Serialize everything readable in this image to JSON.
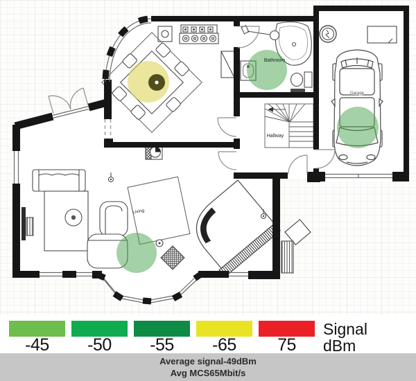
{
  "floor_plan": {
    "room_labels": {
      "bathroom": "Bathroom",
      "garage": "Garage",
      "hallway": "Hallway",
      "living": "Living"
    },
    "signal_overlay": {
      "good_color": "#49a44e",
      "good_opacity": 0.5,
      "ap_glow_color": "#ddd65c",
      "ap_glow_opacity": 0.6,
      "ap_core_color": "#514e1d",
      "spots": [
        {
          "room": "Dining (access point)"
        },
        {
          "room": "Bathroom"
        },
        {
          "room": "Garage"
        },
        {
          "room": "Living"
        }
      ]
    }
  },
  "legend": {
    "unit_label_line1": "Signal",
    "unit_label_line2": "dBm",
    "items": [
      {
        "label": "-45",
        "color": "#6dbe4c"
      },
      {
        "label": "-50",
        "color": "#10ac4f"
      },
      {
        "label": "-55",
        "color": "#0e8b44"
      },
      {
        "label": "-65",
        "color": "#e8e424"
      },
      {
        "label": "75",
        "color": "#ec2127"
      }
    ]
  },
  "status_bar": {
    "background": "#c6c6c6",
    "line1": "Average signal-49dBm",
    "line2": "Avg MCS65Mbit/s"
  }
}
